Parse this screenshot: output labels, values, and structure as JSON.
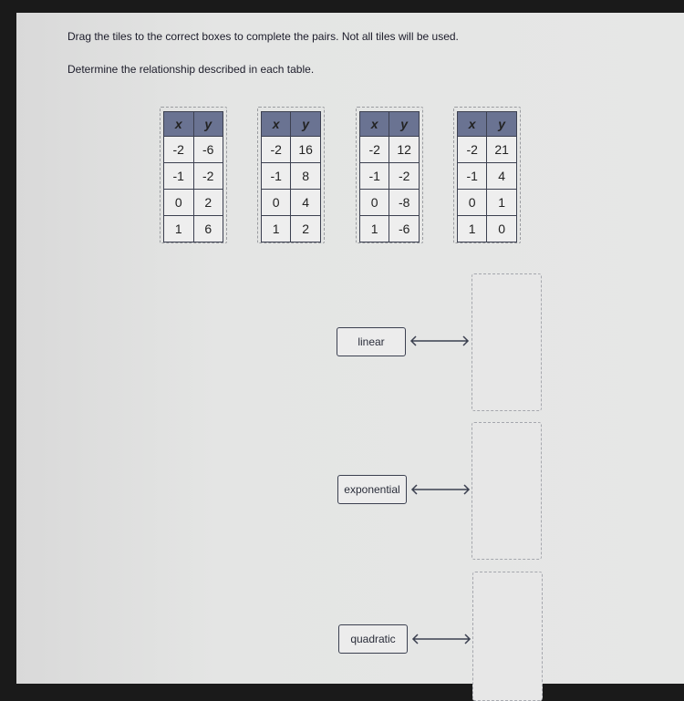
{
  "instructions": "Drag the tiles to the correct boxes to complete the pairs. Not all tiles will be used.",
  "prompt": "Determine the relationship described in each table.",
  "tables": [
    {
      "headers": [
        "x",
        "y"
      ],
      "rows": [
        [
          "-2",
          "-6"
        ],
        [
          "-1",
          "-2"
        ],
        [
          "0",
          "2"
        ],
        [
          "1",
          "6"
        ]
      ]
    },
    {
      "headers": [
        "x",
        "y"
      ],
      "rows": [
        [
          "-2",
          "16"
        ],
        [
          "-1",
          "8"
        ],
        [
          "0",
          "4"
        ],
        [
          "1",
          "2"
        ]
      ]
    },
    {
      "headers": [
        "x",
        "y"
      ],
      "rows": [
        [
          "-2",
          "12"
        ],
        [
          "-1",
          "-2"
        ],
        [
          "0",
          "-8"
        ],
        [
          "1",
          "-6"
        ]
      ]
    },
    {
      "headers": [
        "x",
        "y"
      ],
      "rows": [
        [
          "-2",
          "21"
        ],
        [
          "-1",
          "4"
        ],
        [
          "0",
          "1"
        ],
        [
          "1",
          "0"
        ]
      ]
    }
  ],
  "pairs": [
    {
      "label": "linear",
      "icon": "double-arrow-icon"
    },
    {
      "label": "exponential",
      "icon": "double-arrow-icon"
    },
    {
      "label": "quadratic",
      "icon": "double-arrow-icon"
    }
  ]
}
